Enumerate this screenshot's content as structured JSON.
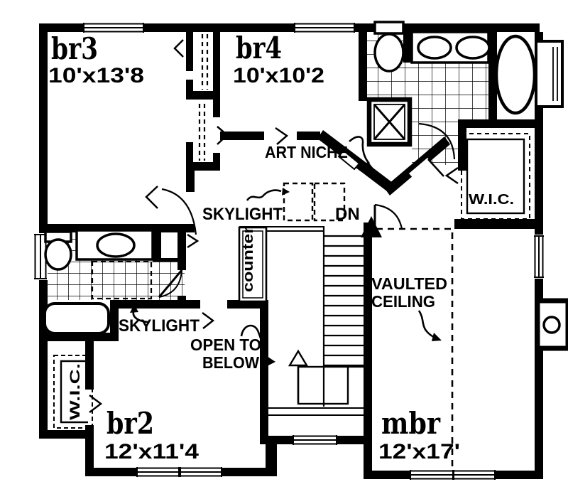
{
  "plan": {
    "rooms": {
      "br3": {
        "name": "br3",
        "dims": "10'x13'8"
      },
      "br4": {
        "name": "br4",
        "dims": "10'x10'2"
      },
      "br2": {
        "name": "br2",
        "dims": "12'x11'4"
      },
      "mbr": {
        "name": "mbr",
        "dims": "12'x17'"
      }
    },
    "labels": {
      "art_niche": "ART NICHE",
      "skylight_hall": "SKYLIGHT",
      "skylight_bath": "SKYLIGHT",
      "down": "DN",
      "counter": "counter",
      "open_to_below_line1": "OPEN TO",
      "open_to_below_line2": "BELOW",
      "vaulted_line1": "VAULTED",
      "vaulted_line2": "CEILING",
      "wic_right": "W.I.C.",
      "wic_left": "W.I.C."
    },
    "colors": {
      "ink": "#000000",
      "paper": "#ffffff"
    }
  }
}
